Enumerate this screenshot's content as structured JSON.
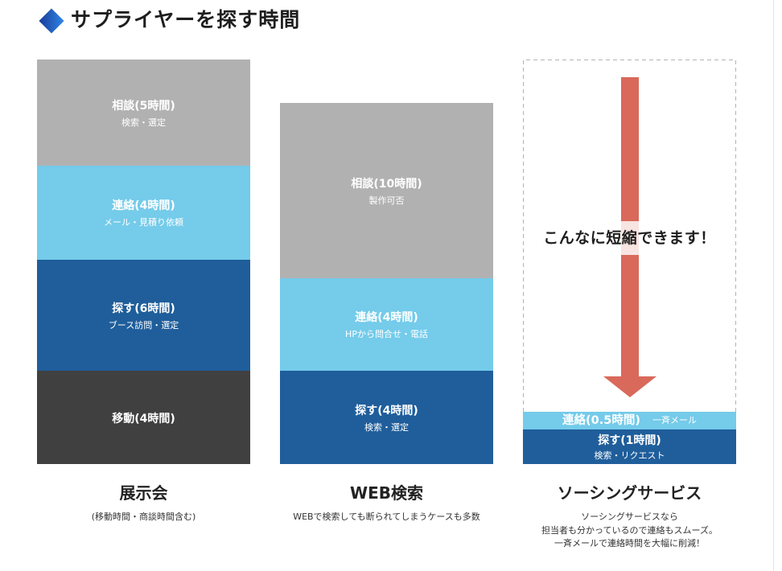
{
  "header": {
    "title": "サプライヤーを探す時間",
    "icon": "diamond-icon"
  },
  "colors": {
    "gray": "#b1b1b2",
    "light_blue": "#74cbea",
    "dark_blue": "#1f5e9b",
    "dark_gray": "#404040",
    "arrow": "#d9695a"
  },
  "columns": [
    {
      "title": "展示会",
      "segments": [
        {
          "label": "相談(5時間)",
          "sub": "検索・選定"
        },
        {
          "label": "連絡(4時間)",
          "sub": "メール・見積り依頼"
        },
        {
          "label": "探す(6時間)",
          "sub": "ブース訪問・選定"
        },
        {
          "label": "移動(4時間)"
        }
      ],
      "notes": [
        "(移動時間・商談時間含む)"
      ]
    },
    {
      "title": "WEB検索",
      "segments": [
        {
          "label": "相談(10時間)",
          "sub": "製作可否"
        },
        {
          "label": "連絡(4時間)",
          "sub": "HPから問合せ・電話"
        },
        {
          "label": "探す(4時間)",
          "sub": "検索・選定"
        }
      ],
      "notes": [
        "WEBで検索しても断られてしまうケースも多数"
      ]
    },
    {
      "title": "ソーシングサービス",
      "callout": "こんなに短縮できます！",
      "callout_icon": "arrow-down-icon",
      "segments": [
        {
          "label": "連絡(0.5時間)",
          "sub": "一斉メール"
        },
        {
          "label": "探す(1時間)",
          "sub": "検索・リクエスト"
        }
      ],
      "notes": [
        "ソーシングサービスなら",
        "担当者も分かっているので連絡もスムーズ。",
        "一斉メールで連絡時間を大幅に削減！"
      ]
    }
  ]
}
